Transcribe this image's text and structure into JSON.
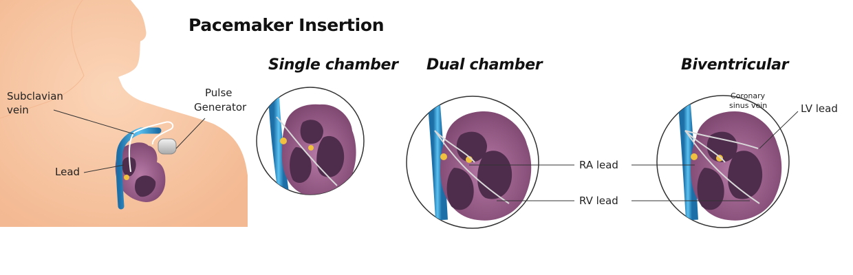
{
  "title": "Pacemaker Insertion",
  "figure_label": "Pacemaker Insertion",
  "panels": {
    "single": "Single chamber",
    "dual": "Dual chamber",
    "biv": "Biventricular"
  },
  "labels": {
    "subclavian": [
      "Subclavian",
      "vein"
    ],
    "pulse": [
      "Pulse",
      "Generator"
    ],
    "lead": "Lead",
    "ra_lead": "RA lead",
    "rv_lead": "RV lead",
    "lv_lead": "LV lead",
    "coronary": [
      "Coronary",
      "sinus vein"
    ]
  },
  "colors": {
    "skin": "#f7c8a8",
    "vein": "#3a9fd8",
    "heart": "#9c5f8c",
    "chamber": "#4e2c4c",
    "node": "#f0c040"
  }
}
